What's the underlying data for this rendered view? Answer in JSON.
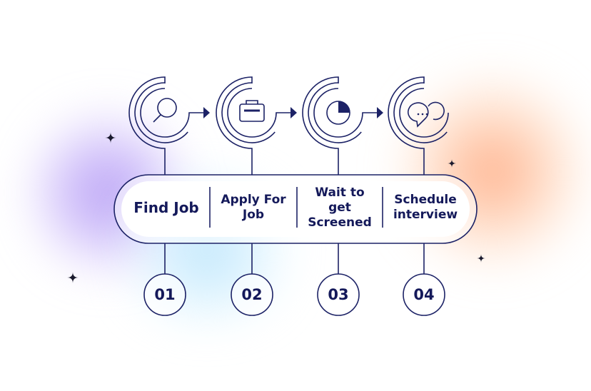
{
  "steps": [
    {
      "label": "Find Job",
      "number": "01",
      "icon": "search-icon"
    },
    {
      "label": "Apply For Job",
      "number": "02",
      "icon": "briefcase-icon"
    },
    {
      "label": "Wait to get Screened",
      "number": "03",
      "icon": "pie-clock-icon"
    },
    {
      "label": "Schedule interview",
      "number": "04",
      "icon": "chat-bubbles-icon"
    }
  ],
  "colors": {
    "line": "#1c2266",
    "text": "#14195a",
    "purple": "#b9a3f5",
    "blue": "#bfe6fb",
    "orange": "#ffb48c"
  }
}
